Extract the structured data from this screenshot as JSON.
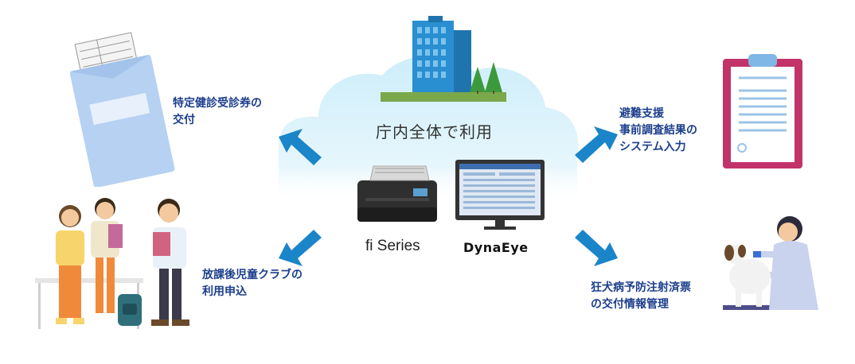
{
  "center": {
    "title": "庁内全体で利用",
    "scanner_label": "fi Series",
    "software_label": "DynaEye"
  },
  "uses": [
    {
      "lines": [
        "特定健診受診券の",
        "交付"
      ],
      "icon": "envelope-document-icon"
    },
    {
      "lines": [
        "放課後児童クラブの",
        "利用申込"
      ],
      "icon": "children-group-icon"
    },
    {
      "lines": [
        "避難支援",
        "事前調査結果の",
        "システム入力"
      ],
      "icon": "clipboard-icon"
    },
    {
      "lines": [
        "狂犬病予防注射済票",
        "の交付情報管理"
      ],
      "icon": "vet-dog-icon"
    }
  ],
  "colors": {
    "label_text": "#1c3e8c",
    "arrow": "#1a85c8",
    "cloud": "#d6f0fb",
    "building": "#2a8fd0"
  }
}
